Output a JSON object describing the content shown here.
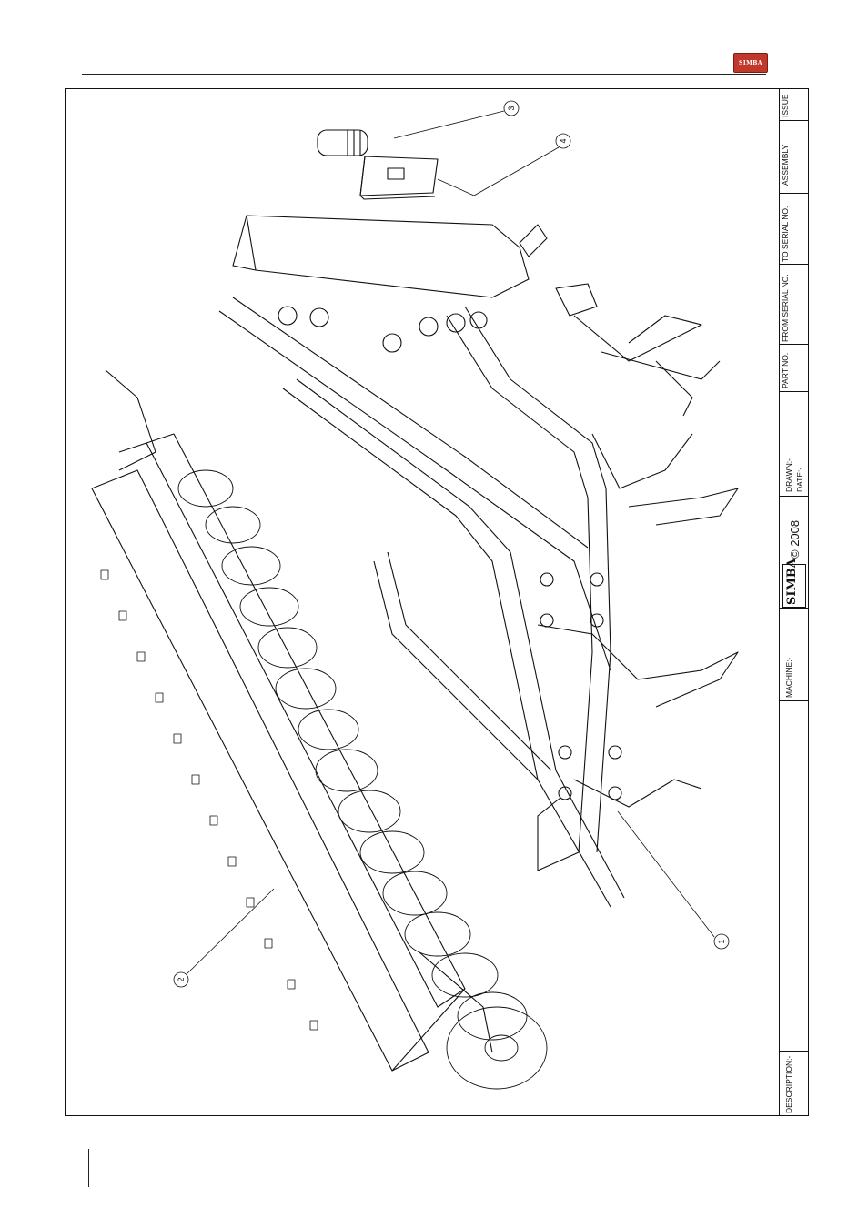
{
  "header": {
    "logo_text": "SIMBA",
    "accent_color": "#c0392b"
  },
  "title_block": {
    "issue_label": "ISSUE",
    "assembly_label": "ASSEMBLY",
    "to_serial_label": "TO SERIAL NO.",
    "from_serial_label": "FROM SERIAL NO.",
    "part_no_label": "PART NO.",
    "drawn_label": "DRAWN:-",
    "date_label": "DATE:-",
    "brand": "SIMBA",
    "copyright": "© 2008",
    "machine_label": "MACHINE:-",
    "description_label": "DESCRIPTION:-"
  },
  "callouts": [
    {
      "number": "1"
    },
    {
      "number": "2"
    },
    {
      "number": "3"
    },
    {
      "number": "4"
    }
  ]
}
